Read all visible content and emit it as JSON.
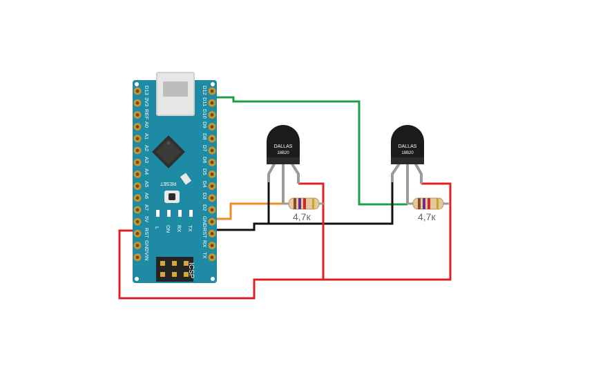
{
  "board": {
    "left_pins": [
      "D13",
      "3V3",
      "REF",
      "A0",
      "A1",
      "A2",
      "A3",
      "A4",
      "A5",
      "A6",
      "A7",
      "5V",
      "RST",
      "GND",
      "VIN"
    ],
    "right_pins": [
      "D12",
      "D11",
      "D10",
      "D9",
      "D8",
      "D7",
      "D6",
      "D5",
      "D4",
      "D3",
      "D2",
      "GND",
      "RST",
      "RX",
      "TX"
    ],
    "reset_label": "RESET",
    "led_labels": [
      "L",
      "ON",
      "RX",
      "TX"
    ],
    "icsp_label": "ICSP",
    "board_color": "#1e8aa3"
  },
  "sensors": [
    {
      "line1": "DALLAS",
      "line2": "18B20"
    },
    {
      "line1": "DALLAS",
      "line2": "18B20"
    }
  ],
  "resistors": [
    {
      "label": "4,7к"
    },
    {
      "label": "4,7к"
    }
  ],
  "wire_colors": {
    "data_d12": "#1aa04a",
    "data_d2": "#f08a24",
    "gnd": "#111111",
    "vcc": "#e02020"
  }
}
